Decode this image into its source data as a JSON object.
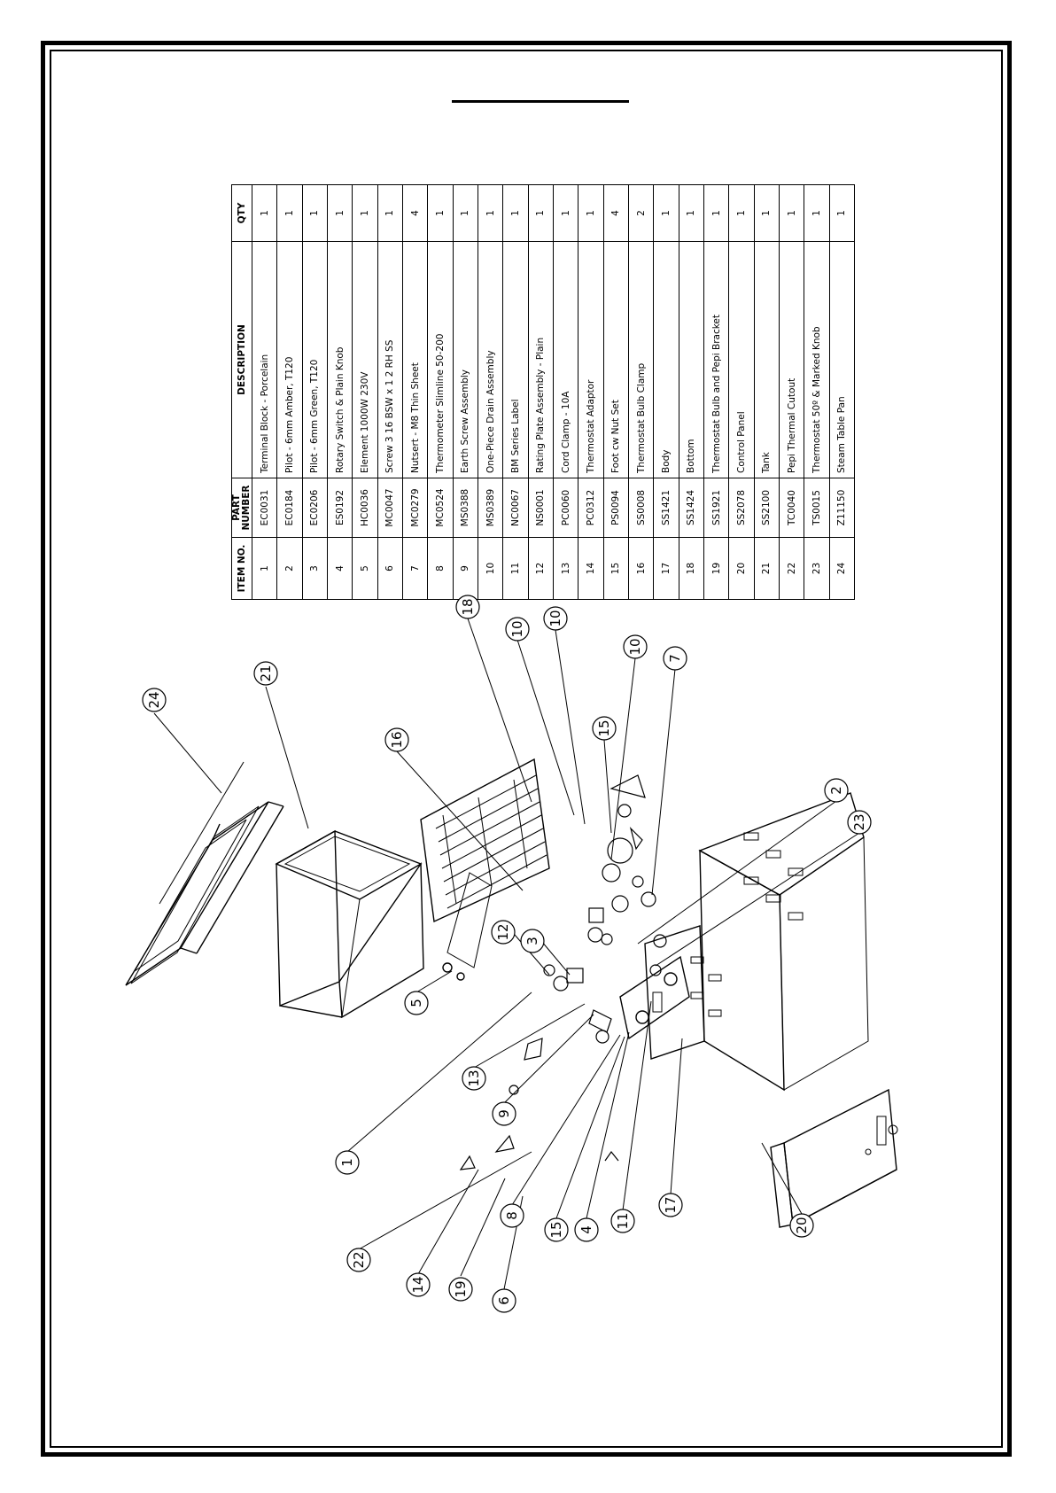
{
  "bom": {
    "headers": [
      "ITEM NO.",
      "PART NUMBER",
      "DESCRIPTION",
      "QTY"
    ],
    "rows": [
      {
        "item": "1",
        "part": "EC0031",
        "desc": "Terminal Block - Porcelain",
        "qty": "1"
      },
      {
        "item": "2",
        "part": "EC0184",
        "desc": "Pilot - 6mm Amber, T120",
        "qty": "1"
      },
      {
        "item": "3",
        "part": "EC0206",
        "desc": "Pilot - 6mm Green, T120",
        "qty": "1"
      },
      {
        "item": "4",
        "part": "ES0192",
        "desc": "Rotary Switch & Plain Knob",
        "qty": "1"
      },
      {
        "item": "5",
        "part": "HC0036",
        "desc": "Element 1000W 230V",
        "qty": "1"
      },
      {
        "item": "6",
        "part": "MC0047",
        "desc": "Screw 3 16 BSW x 1 2 RH SS",
        "qty": "1"
      },
      {
        "item": "7",
        "part": "MC0279",
        "desc": "Nutsert - M8 Thin Sheet",
        "qty": "4"
      },
      {
        "item": "8",
        "part": "MC0524",
        "desc": "Thermometer Slimline 50-200",
        "qty": "1"
      },
      {
        "item": "9",
        "part": "MS0388",
        "desc": "Earth Screw Assembly",
        "qty": "1"
      },
      {
        "item": "10",
        "part": "MS0389",
        "desc": "One-Piece Drain Assembly",
        "qty": "1"
      },
      {
        "item": "11",
        "part": "NC0067",
        "desc": "BM Series Label",
        "qty": "1"
      },
      {
        "item": "12",
        "part": "NS0001",
        "desc": "Rating Plate Assembly - Plain",
        "qty": "1"
      },
      {
        "item": "13",
        "part": "PC0060",
        "desc": "Cord Clamp - 10A",
        "qty": "1"
      },
      {
        "item": "14",
        "part": "PC0312",
        "desc": "Thermostat Adaptor",
        "qty": "1"
      },
      {
        "item": "15",
        "part": "PS0094",
        "desc": "Foot cw Nut Set",
        "qty": "4"
      },
      {
        "item": "16",
        "part": "SS0008",
        "desc": "Thermostat Bulb Clamp",
        "qty": "2"
      },
      {
        "item": "17",
        "part": "SS1421",
        "desc": "Body",
        "qty": "1"
      },
      {
        "item": "18",
        "part": "SS1424",
        "desc": "Bottom",
        "qty": "1"
      },
      {
        "item": "19",
        "part": "SS1921",
        "desc": "Thermostat Bulb and Pepi Bracket",
        "qty": "1"
      },
      {
        "item": "20",
        "part": "SS2078",
        "desc": "Control Panel",
        "qty": "1"
      },
      {
        "item": "21",
        "part": "SS2100",
        "desc": "Tank",
        "qty": "1"
      },
      {
        "item": "22",
        "part": "TC0040",
        "desc": "Pepi Thermal Cutout",
        "qty": "1"
      },
      {
        "item": "23",
        "part": "TS0015",
        "desc": "Thermostat 50º & Marked Knob",
        "qty": "1"
      },
      {
        "item": "24",
        "part": "Z11150",
        "desc": "Steam Table Pan",
        "qty": "1"
      }
    ]
  },
  "callouts": [
    "24",
    "21",
    "16",
    "18",
    "10",
    "10",
    "10",
    "7",
    "15",
    "2",
    "23",
    "12",
    "3",
    "5",
    "1",
    "13",
    "9",
    "22",
    "14",
    "19",
    "6",
    "8",
    "15",
    "4",
    "11",
    "17",
    "20"
  ]
}
